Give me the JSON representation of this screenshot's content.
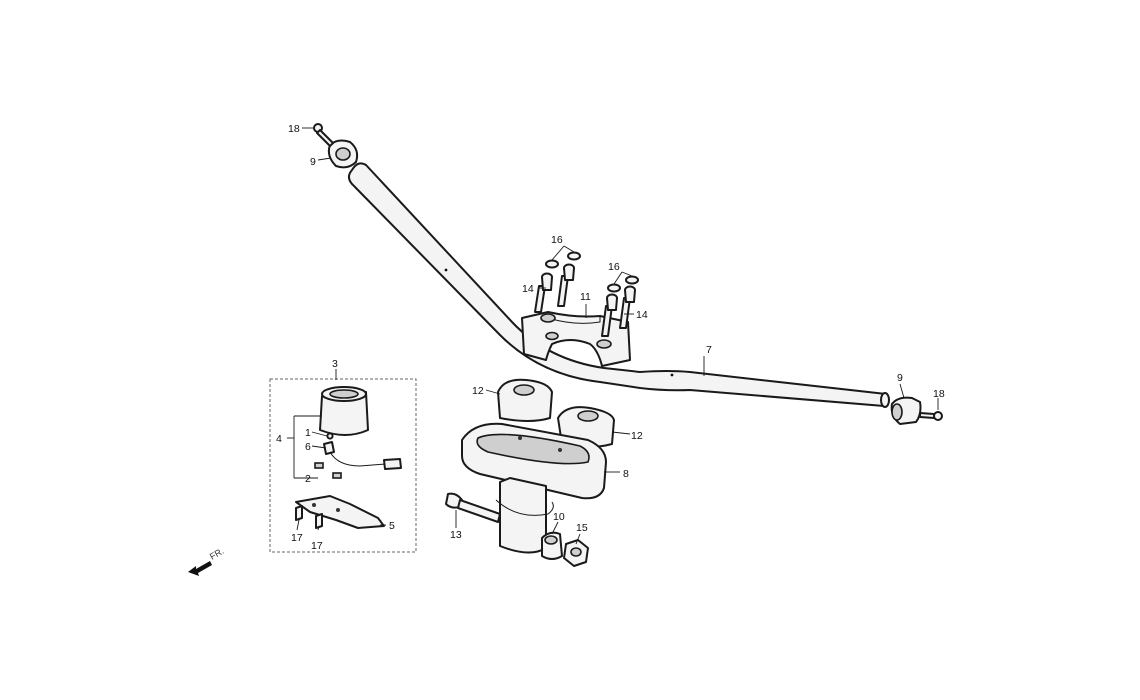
{
  "diagram": {
    "callouts": {
      "c1": "1",
      "c2": "2",
      "c3": "3",
      "c4": "4",
      "c5": "5",
      "c6": "6",
      "c7": "7",
      "c8": "8",
      "c9a": "9",
      "c9b": "9",
      "c10": "10",
      "c11": "11",
      "c12a": "12",
      "c12b": "12",
      "c13": "13",
      "c14a": "14",
      "c14b": "14",
      "c15": "15",
      "c16a": "16",
      "c16b": "16",
      "c17a": "17",
      "c17b": "17",
      "c18a": "18",
      "c18b": "18"
    },
    "front_marker": "FR."
  }
}
